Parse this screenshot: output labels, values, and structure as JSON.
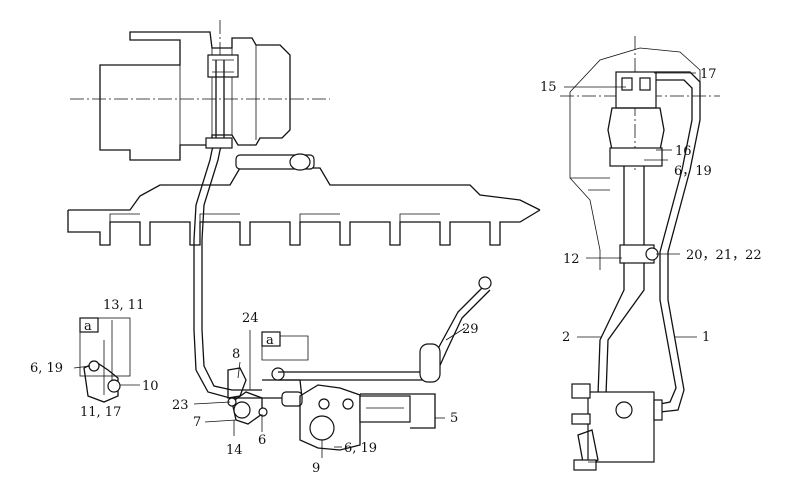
{
  "callouts": {
    "c1": "1",
    "c2": "2",
    "c5": "5",
    "c6": "6",
    "c7": "7",
    "c8": "8",
    "c9": "9",
    "c10": "10",
    "c12": "12",
    "c14": "14",
    "c15": "15",
    "c16": "16",
    "c17": "17",
    "c23": "23",
    "c24": "24",
    "c29": "29",
    "c6_19_left": "6, 19",
    "c6_19_center": "6, 19",
    "c6_19_right": "6，19",
    "c13_11": "13, 11",
    "c11_17": "11, 17",
    "c20_21_22": "20，21，22",
    "detail_a_inset": "a",
    "detail_a_main": "a"
  }
}
